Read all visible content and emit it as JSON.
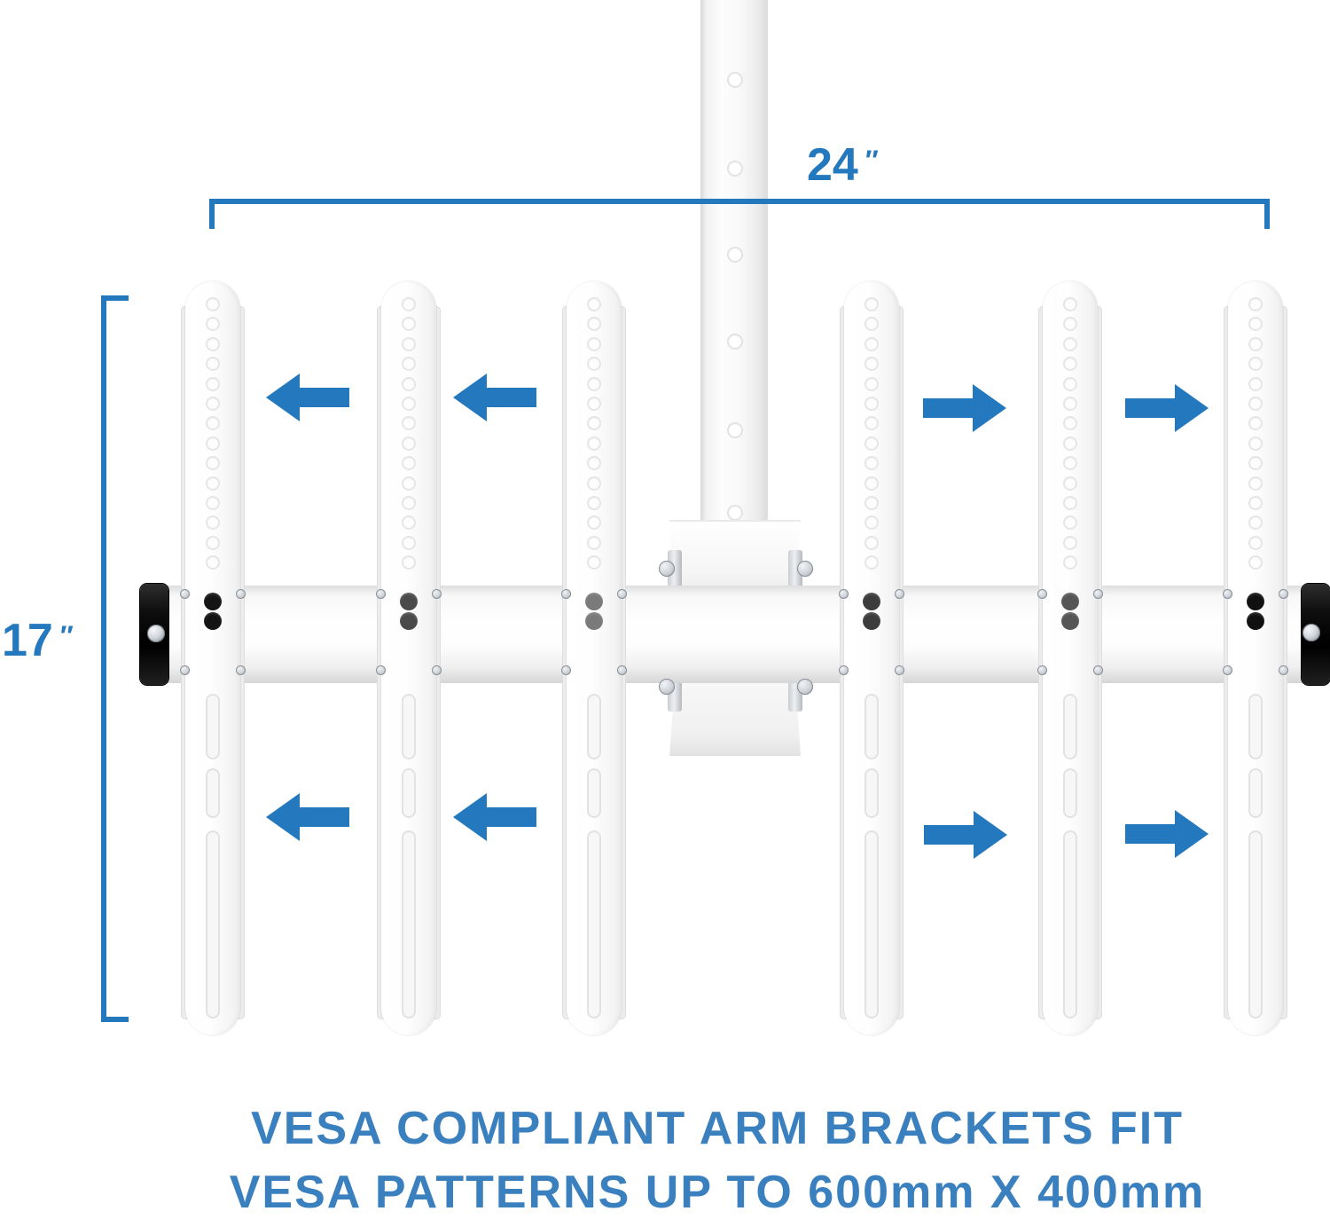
{
  "figure": {
    "type": "product-diagram",
    "subject": "Ceiling TV mount crossbar with sliding VESA arm brackets",
    "bracket_count": 6,
    "pole_hole_count": 6,
    "holes_per_bracket": 14,
    "slots_per_bracket": 3
  },
  "colors": {
    "accent": "#2478BD",
    "caption": "#3A80BF",
    "endcap_black": "#111111",
    "dark_hole_colors": [
      "#141414",
      "#4a4a4a",
      "#7a7a7a",
      "#3c3c3c",
      "#565656",
      "#101010"
    ]
  },
  "dimension_labels": {
    "width": {
      "value": "24",
      "unit": "″"
    },
    "height": {
      "value": "17",
      "unit": "″"
    }
  },
  "caption": {
    "line1": "VESA COMPLIANT ARM BRACKETS FIT",
    "line2": "VESA PATTERNS UP TO 600mm X 400mm"
  },
  "arrows": [
    {
      "direction": "left"
    },
    {
      "direction": "left"
    },
    {
      "direction": "left"
    },
    {
      "direction": "left"
    },
    {
      "direction": "right"
    },
    {
      "direction": "right"
    },
    {
      "direction": "right"
    },
    {
      "direction": "right"
    }
  ]
}
